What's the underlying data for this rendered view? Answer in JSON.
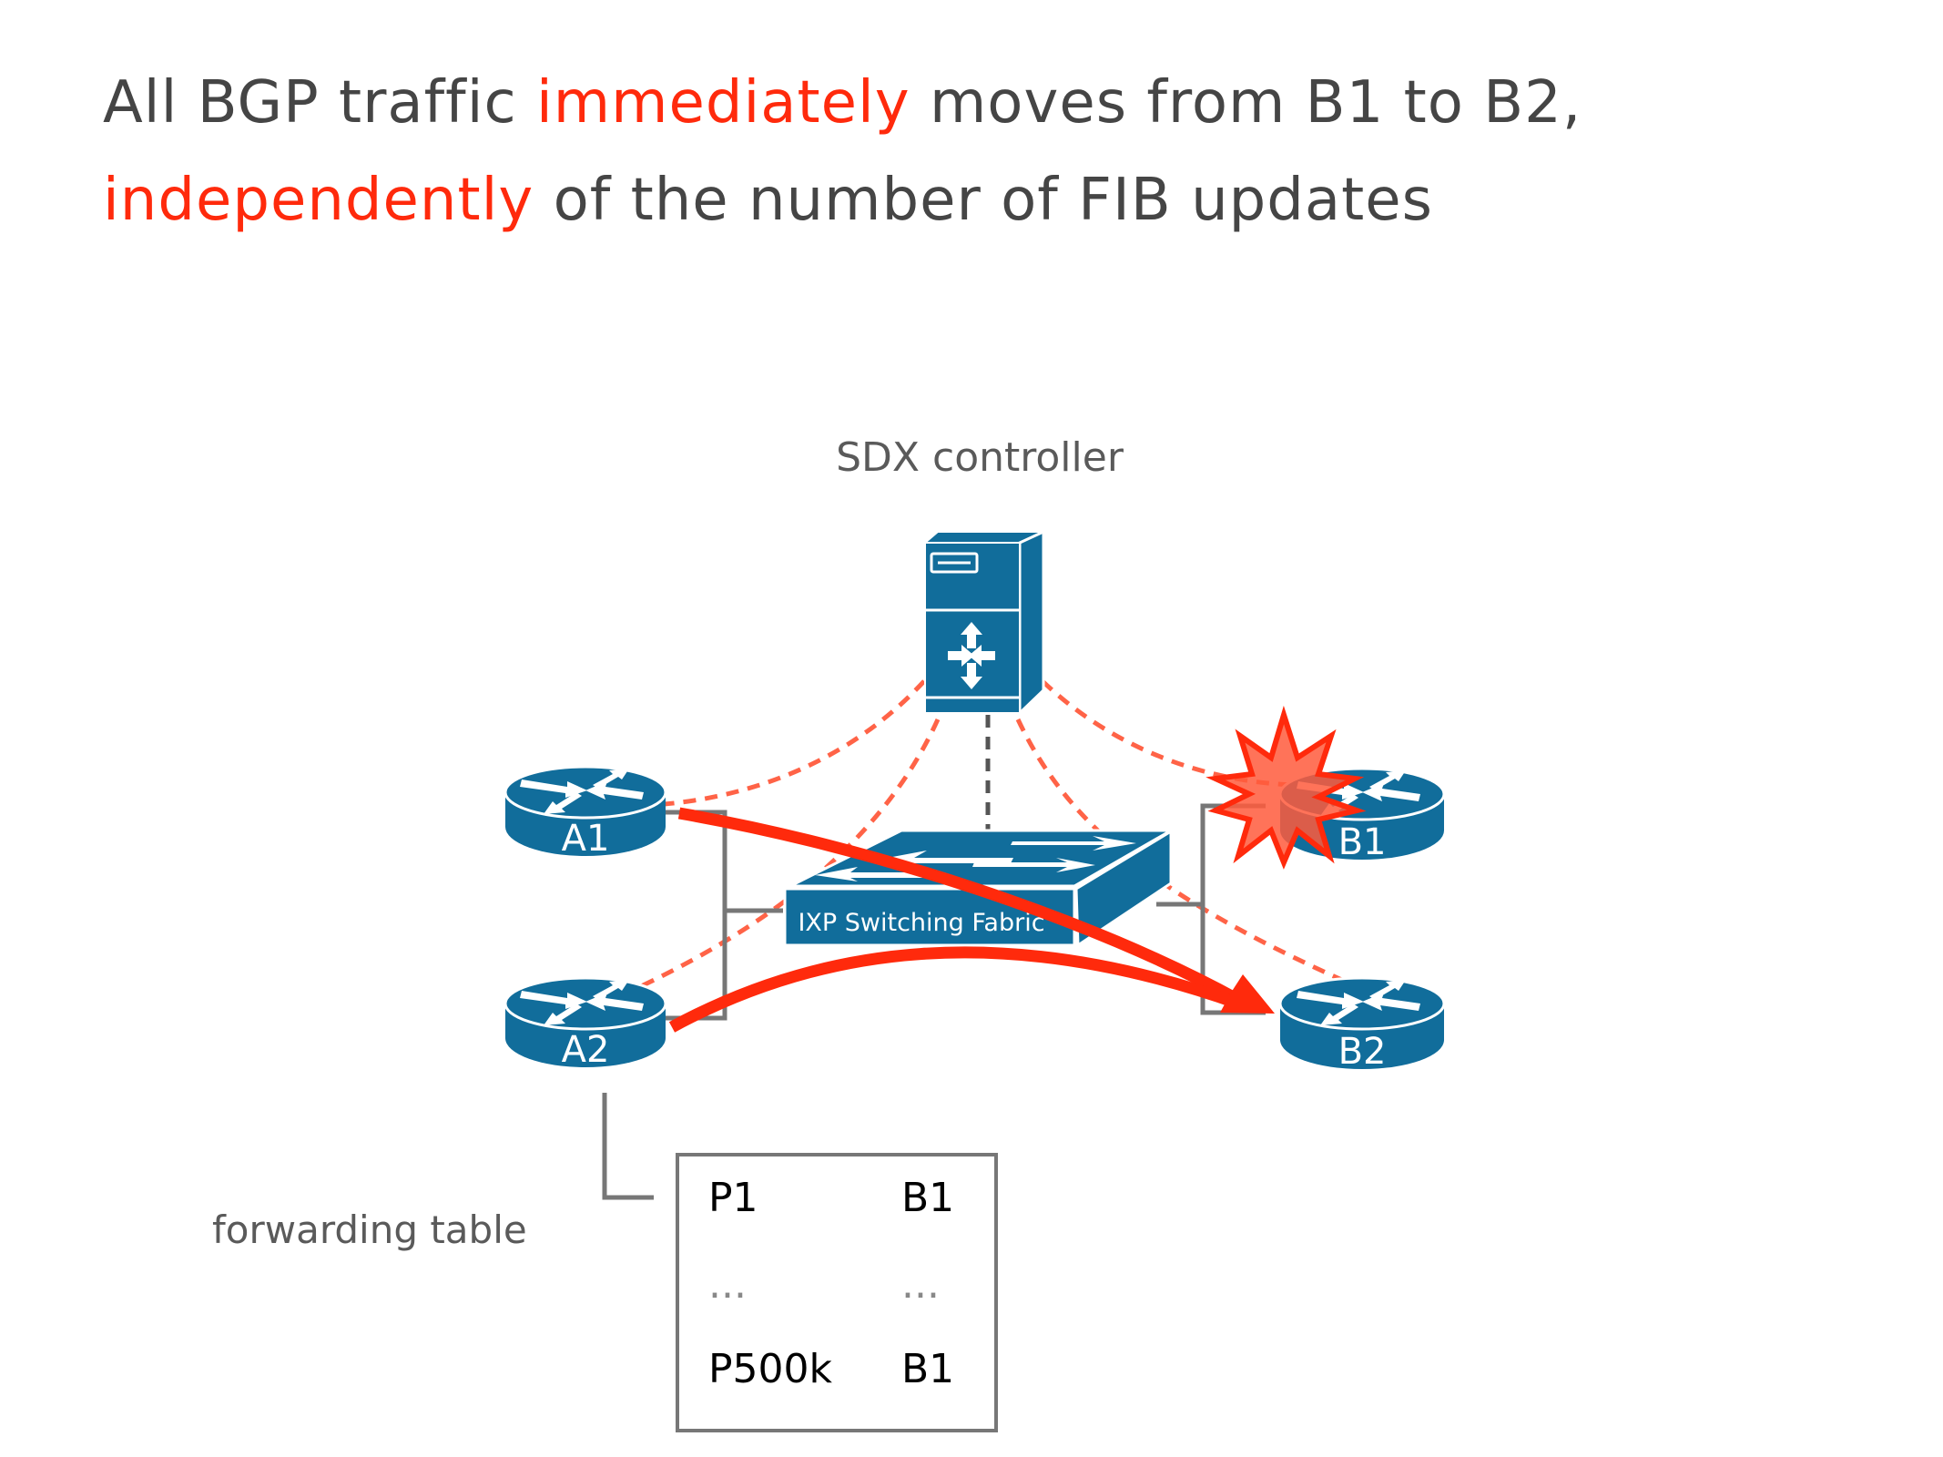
{
  "title": {
    "line1": {
      "part1": "All BGP traffic ",
      "highlight": "immediately",
      "part2": " moves from B1 to B2,"
    },
    "line2": {
      "highlight": "independently",
      "part2": " of the number of FIB updates"
    }
  },
  "diagram": {
    "controller_label": "SDX controller",
    "switch_label": "IXP Switching Fabric",
    "routers": {
      "a1": "A1",
      "a2": "A2",
      "b1": "B1",
      "b2": "B2"
    },
    "failed_router": "B1",
    "forwarding_table": {
      "label": "forwarding table",
      "rows": [
        {
          "prefix": "P1",
          "next_hop": "B1"
        },
        {
          "prefix": "...",
          "next_hop": "..."
        },
        {
          "prefix": "P500k",
          "next_hop": "B1"
        }
      ]
    }
  },
  "colors": {
    "device_blue": "#116d9b",
    "highlight_red": "#ff2a0c",
    "dashed_orange": "#ff6347",
    "text_gray": "#454545",
    "line_gray": "#777777",
    "explosion_fill": "#ff5a3c"
  },
  "icons": {
    "controller": "server-router-icon",
    "switch": "layer2-switch-icon",
    "router": "router-icon",
    "failure": "explosion-icon"
  }
}
